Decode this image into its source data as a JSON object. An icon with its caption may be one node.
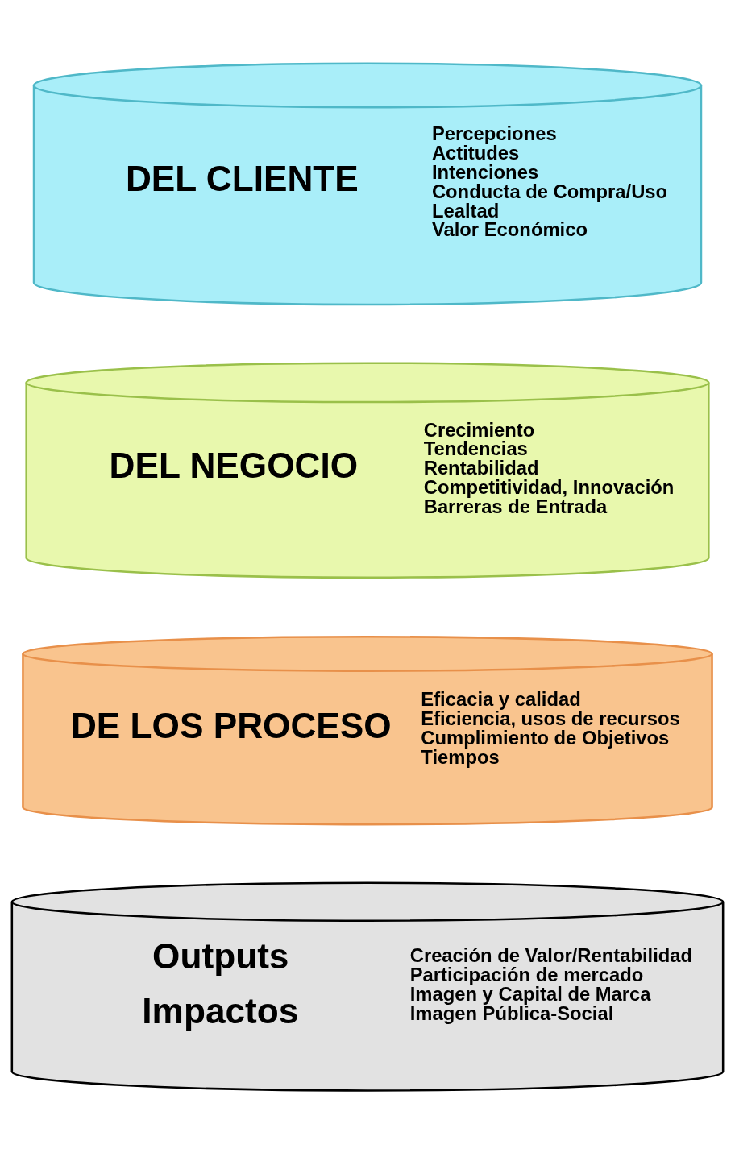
{
  "diagram": {
    "nodes": [
      {
        "text": [
          "DEL CLIENTE",
          "Percepciones",
          "Actitudes",
          "Intenciones",
          "Conducta de Compra/Uso",
          "Lealtad",
          "Valor Económico"
        ]
      },
      {
        "text": [
          "DEL NEGOCIO",
          "Crecimiento",
          "Tendencias",
          "Rentabilidad",
          "Competitividad, Innovación",
          "Barreras de Entrada"
        ]
      },
      {
        "text": [
          "DE LOS PROCESO",
          "Eficacia y calidad",
          "Eficiencia, usos de recursos",
          "Cumplimiento de Objetivos",
          "Tiempos"
        ]
      },
      {
        "text": [
          "Outputs",
          "Impactos",
          "Creación de Valor/Rentabilidad",
          "Participación de mercado",
          "Imagen y Capital de Marca",
          "Imagen Pública-Social"
        ]
      }
    ],
    "edges": []
  }
}
